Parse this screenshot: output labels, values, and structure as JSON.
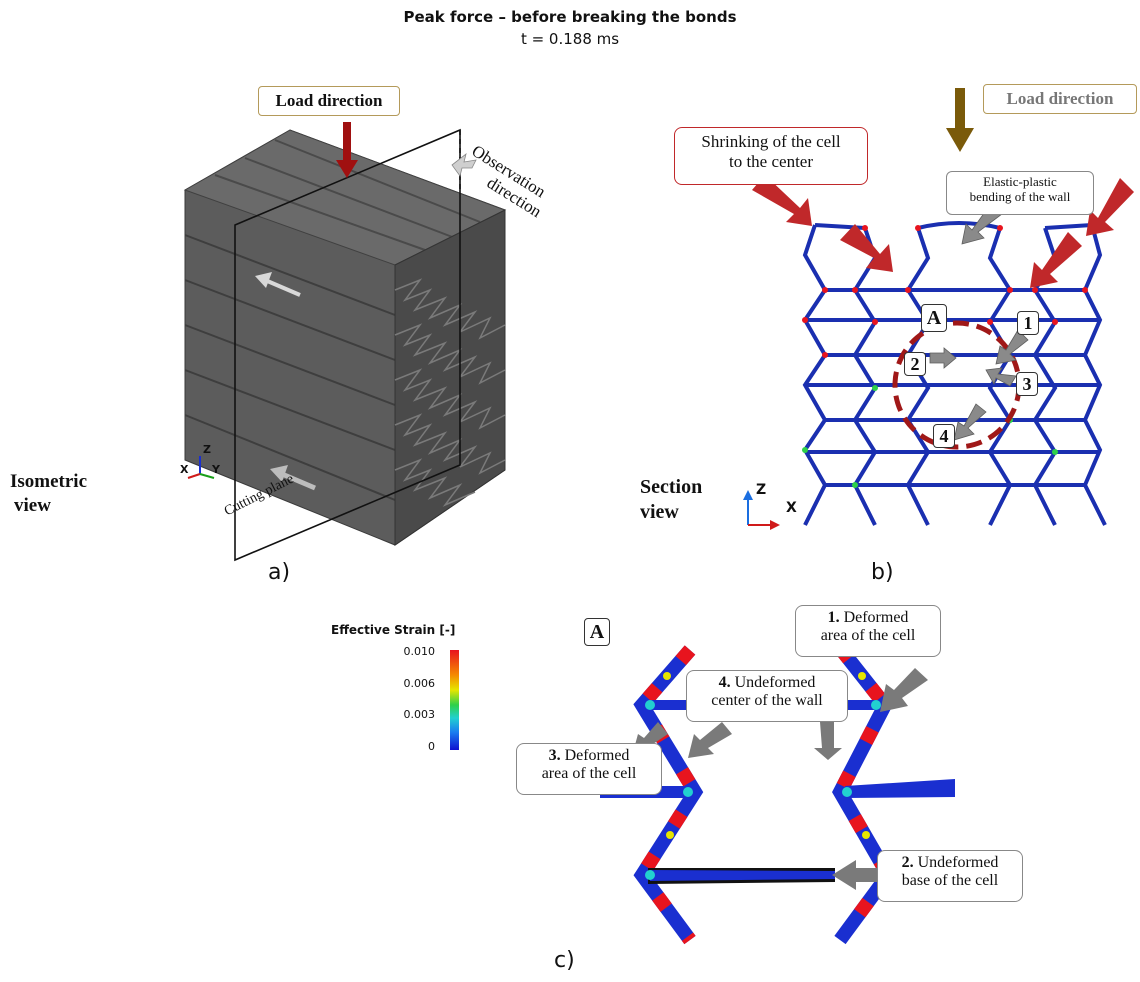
{
  "title": "Peak force – before breaking the bonds",
  "subtitle": "t = 0.188 ms",
  "panel_a": {
    "letter": "a)",
    "load_direction": "Load direction",
    "observation_direction_line1": "Observation",
    "observation_direction_line2": "direction",
    "cutting_plane": "Cutting plane",
    "view_line1": "Isometric",
    "view_line2": "view",
    "axis_z": "Z",
    "axis_x": "X",
    "axis_y": "Y"
  },
  "panel_b": {
    "letter": "b)",
    "load_direction": "Load direction",
    "shrinking_line1": "Shrinking of the cell",
    "shrinking_line2": "to the center",
    "elastic_line1": "Elastic-plastic",
    "elastic_line2": "bending of the wall",
    "detail_label": "A",
    "num1": "1",
    "num2": "2",
    "num3": "3",
    "num4": "4",
    "view_line1": "Section",
    "view_line2": "view",
    "axis_z": "Z",
    "axis_x": "X"
  },
  "panel_c": {
    "letter": "c)",
    "detail_label": "A",
    "callout1_num": "1.",
    "callout1_line1": " Deformed",
    "callout1_line2": "area of the cell",
    "callout2_num": "2.",
    "callout2_line1": " Undeformed",
    "callout2_line2": "base of the cell",
    "callout3_num": "3.",
    "callout3_line1": " Deformed",
    "callout3_line2": "area of the cell",
    "callout4_num": "4.",
    "callout4_line1": " Undeformed",
    "callout4_line2": "center of the wall"
  },
  "colorbar": {
    "title": "Effective Strain [-]",
    "ticks": [
      "0.010",
      "0.006",
      "0.003",
      "0"
    ],
    "colors": [
      "#e8141e",
      "#f5a000",
      "#e6e600",
      "#2ed04a",
      "#22d0d0",
      "#1a7ef0",
      "#1010d0"
    ]
  },
  "colors": {
    "load_arrow_a": "#a01010",
    "load_arrow_b": "#7a5a0a",
    "callout_red": "#c0282a",
    "grey_arrow": "#808080",
    "block_grey": "#5a5a5a",
    "wall_blue": "#1a2fb0"
  }
}
